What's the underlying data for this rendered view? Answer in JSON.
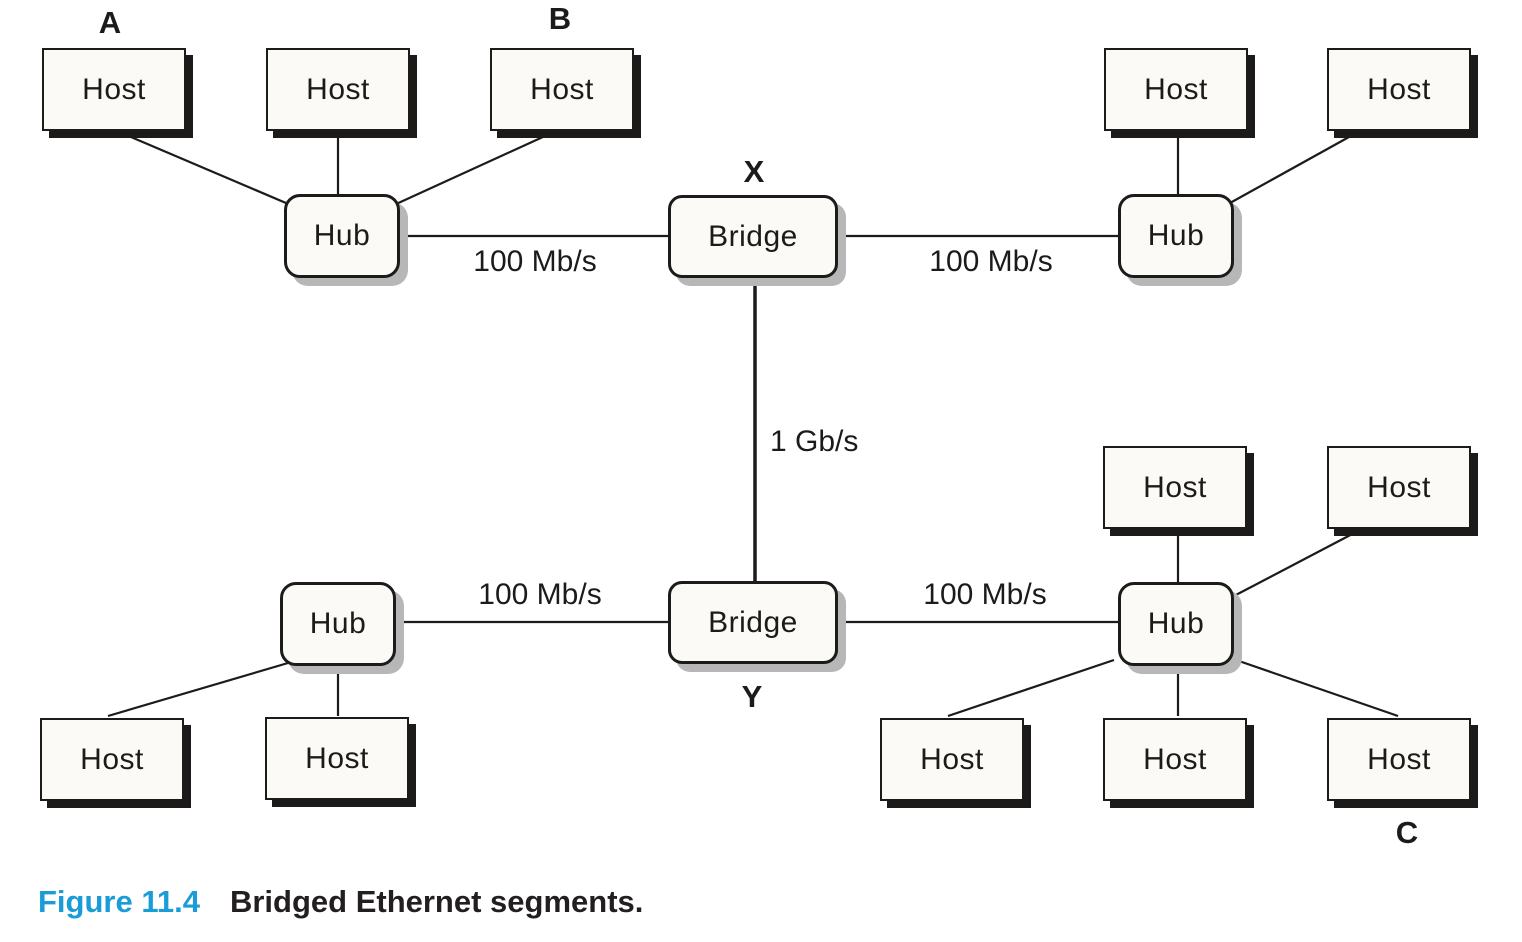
{
  "diagram": {
    "hosts": [
      {
        "id": "host-a",
        "label": "Host"
      },
      {
        "id": "host-top-left-2",
        "label": "Host"
      },
      {
        "id": "host-b",
        "label": "Host"
      },
      {
        "id": "host-top-right-1",
        "label": "Host"
      },
      {
        "id": "host-top-right-2",
        "label": "Host"
      },
      {
        "id": "host-bottom-left-1",
        "label": "Host"
      },
      {
        "id": "host-bottom-left-2",
        "label": "Host"
      },
      {
        "id": "host-bottom-right-upper-1",
        "label": "Host"
      },
      {
        "id": "host-bottom-right-upper-2",
        "label": "Host"
      },
      {
        "id": "host-bottom-right-lower-1",
        "label": "Host"
      },
      {
        "id": "host-bottom-right-lower-2",
        "label": "Host"
      },
      {
        "id": "host-c",
        "label": "Host"
      }
    ],
    "hubs": [
      {
        "id": "hub-top-left",
        "label": "Hub"
      },
      {
        "id": "hub-top-right",
        "label": "Hub"
      },
      {
        "id": "hub-bottom-left",
        "label": "Hub"
      },
      {
        "id": "hub-bottom-right",
        "label": "Hub"
      }
    ],
    "bridges": [
      {
        "id": "bridge-x",
        "label": "Bridge",
        "tag": "X"
      },
      {
        "id": "bridge-y",
        "label": "Bridge",
        "tag": "Y"
      }
    ],
    "station_tags": [
      {
        "text": "A"
      },
      {
        "text": "B"
      },
      {
        "text": "C"
      }
    ],
    "link_labels": [
      {
        "text": "100 Mb/s",
        "position": "hub-top-left to bridge-x"
      },
      {
        "text": "100 Mb/s",
        "position": "bridge-x to hub-top-right"
      },
      {
        "text": "1 Gb/s",
        "position": "bridge-x to bridge-y"
      },
      {
        "text": "100 Mb/s",
        "position": "hub-bottom-left to bridge-y"
      },
      {
        "text": "100 Mb/s",
        "position": "bridge-y to hub-bottom-right"
      }
    ],
    "edges": [
      {
        "from": "host-a",
        "to": "hub-top-left"
      },
      {
        "from": "host-top-left-2",
        "to": "hub-top-left"
      },
      {
        "from": "host-b",
        "to": "hub-top-left"
      },
      {
        "from": "hub-top-left",
        "to": "bridge-x",
        "label": "100 Mb/s"
      },
      {
        "from": "bridge-x",
        "to": "hub-top-right",
        "label": "100 Mb/s"
      },
      {
        "from": "host-top-right-1",
        "to": "hub-top-right"
      },
      {
        "from": "host-top-right-2",
        "to": "hub-top-right"
      },
      {
        "from": "bridge-x",
        "to": "bridge-y",
        "label": "1 Gb/s"
      },
      {
        "from": "hub-bottom-left",
        "to": "bridge-y",
        "label": "100 Mb/s"
      },
      {
        "from": "host-bottom-left-1",
        "to": "hub-bottom-left"
      },
      {
        "from": "host-bottom-left-2",
        "to": "hub-bottom-left"
      },
      {
        "from": "bridge-y",
        "to": "hub-bottom-right",
        "label": "100 Mb/s"
      },
      {
        "from": "host-bottom-right-upper-1",
        "to": "hub-bottom-right"
      },
      {
        "from": "host-bottom-right-upper-2",
        "to": "hub-bottom-right"
      },
      {
        "from": "host-bottom-right-lower-1",
        "to": "hub-bottom-right"
      },
      {
        "from": "host-bottom-right-lower-2",
        "to": "hub-bottom-right"
      },
      {
        "from": "host-c",
        "to": "hub-bottom-right"
      }
    ],
    "colors": {
      "ink": "#1c1b1a",
      "box_fill": "#fbfaf6",
      "hub_shadow": "#b7b7b7",
      "caption_accent": "#1a9cd8"
    }
  },
  "caption": {
    "number": "Figure 11.4",
    "text": "Bridged Ethernet segments."
  }
}
